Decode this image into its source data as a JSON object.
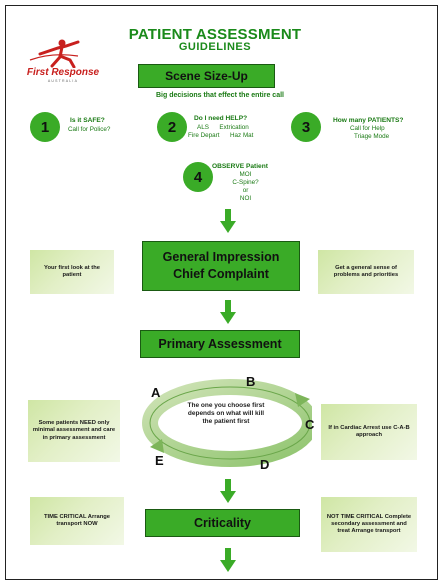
{
  "header": {
    "title": "PATIENT ASSESSMENT",
    "subtitle": "GUIDELINES",
    "logo_name": "First Response",
    "logo_sub": "AUSTRALIA"
  },
  "scene": {
    "box_label": "Scene Size-Up",
    "caption": "Big decisions that effect the entire call"
  },
  "steps": [
    {
      "num": "1",
      "title": "Is it SAFE?",
      "lines": [
        "Call for Police?"
      ]
    },
    {
      "num": "2",
      "title": "Do I need HELP?",
      "lines": [
        "ALS      Extrication",
        "Fire Depart      Haz Mat"
      ]
    },
    {
      "num": "3",
      "title": "How many PATIENTS?",
      "lines": [
        "Call for Help",
        "Triage Mode"
      ]
    },
    {
      "num": "4",
      "title": "OBSERVE Patient",
      "lines": [
        "MOI",
        "C-Spine?",
        "or",
        "NOI"
      ]
    }
  ],
  "general": {
    "line1": "General Impression",
    "line2": "Chief Complaint",
    "left_note": "Your first look at the patient",
    "right_note": "Get a general sense of problems and priorities"
  },
  "primary": {
    "label": "Primary Assessment"
  },
  "cycle": {
    "letters": {
      "a": "A",
      "b": "B",
      "c": "C",
      "d": "D",
      "e": "E"
    },
    "center_text": "The one you choose first depends on what will kill the patient first",
    "left_note": "Some patients NEED only minimal assessment and care in primary assessment",
    "right_note": "If in Cardiac Arrest use C-A-B approach"
  },
  "criticality": {
    "label": "Criticality",
    "left_note": "TIME CRITICAL Arrange transport NOW",
    "right_note": "NOT TIME CRITICAL Complete secondary assessment and treat Arrange transport"
  },
  "colors": {
    "green": "#3aab27",
    "dark_green": "#1a7a14",
    "red": "#c8201e"
  },
  "icons": {
    "arrow": "down-arrow-icon",
    "logo": "runner-logo-icon",
    "cycle": "cycle-ring-icon"
  }
}
